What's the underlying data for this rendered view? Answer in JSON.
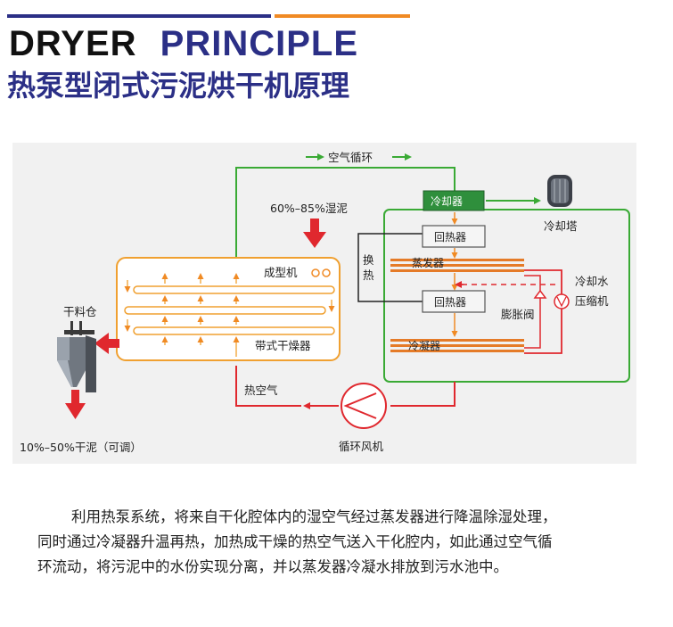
{
  "header": {
    "title_en_1": "DRYER",
    "title_en_2": "PRINCIPLE",
    "title_cn": "热泵型闭式污泥烘干机原理"
  },
  "diagram": {
    "air_cycle": "空气循环",
    "wet_sludge": "60%–85%湿泥",
    "forming_machine": "成型机",
    "belt_dryer": "带式干燥器",
    "dry_silo": "干料仓",
    "dry_sludge": "10%–50%干泥（可调）",
    "hot_air": "热空气",
    "circulation_fan": "循环风机",
    "cooler": "冷却器",
    "cooling_tower": "冷却塔",
    "reheater_top": "回热器",
    "reheater_mid": "回热器",
    "heat_exchange_1": "换",
    "heat_exchange_2": "热",
    "evaporator": "蒸发器",
    "condenser": "冷凝器",
    "expansion_valve": "膨胀阀",
    "cooling_water": "冷却水",
    "compressor": "压缩机"
  },
  "description": {
    "line1": "利用热泵系统，将来自干化腔体内的湿空气经过蒸发器进行降温除湿处理，",
    "line2": "同时通过冷凝器升温再热，加热成干燥的热空气送入干化腔内，如此通过空气循",
    "line3": "环流动，将污泥中的水份实现分离，并以蒸发器冷凝水排放到污水池中。"
  },
  "colors": {
    "blue": "#2b2f86",
    "orange": "#f08a24",
    "green": "#3aaa35",
    "red": "#e0282e"
  }
}
